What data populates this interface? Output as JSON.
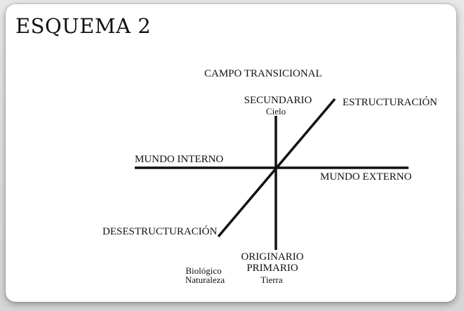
{
  "heading": "ESQUEMA 2",
  "diagram": {
    "top_label": "CAMPO TRANSICIONAL",
    "up_label": "SECUNDARIO",
    "up_sublabel": "Cielo",
    "upper_right_label": "ESTRUCTURACIÓN",
    "left_label": "MUNDO INTERNO",
    "right_label": "MUNDO EXTERNO",
    "lower_left_label": "DESESTRUCTURACIÓN",
    "down_label_1": "ORIGINARIO",
    "down_label_2": "PRIMARIO",
    "down_sublabel": "Tierra",
    "bottom_left_1": "Biológico",
    "bottom_left_2": "Naturaleza"
  },
  "colors": {
    "ink": "#111111",
    "card": "#ffffff",
    "backdrop": "#dcdcdc"
  }
}
